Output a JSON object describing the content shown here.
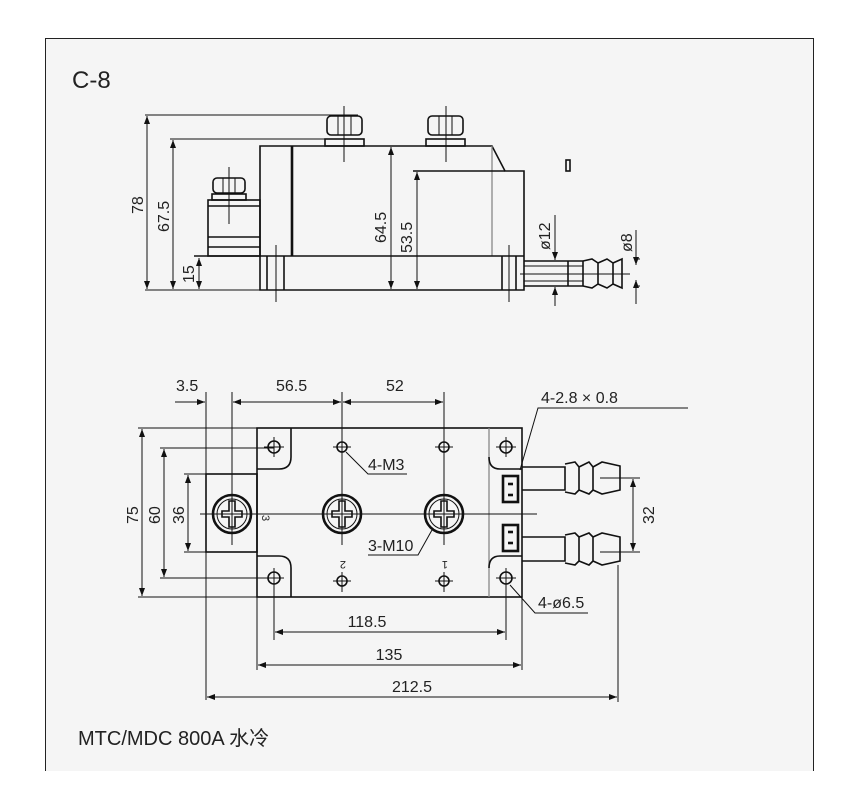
{
  "title": "C-8",
  "caption": "MTC/MDC  800A 水冷",
  "side_view": {
    "dims": {
      "total_height": "78",
      "body_height": "67.5",
      "base_height": "15",
      "center_height": "64.5",
      "step_height": "53.5",
      "pipe_outer": "ø12",
      "pipe_inner": "ø8"
    }
  },
  "top_view": {
    "dims": {
      "offset": "3.5",
      "pitch_1": "56.5",
      "pitch_2": "52",
      "width_total": "75",
      "hole_spacing_v": "60",
      "terminal_block": "36",
      "pipe_spacing": "32",
      "hole_spacing_h": "118.5",
      "body_length": "135",
      "overall_length": "212.5"
    },
    "callouts": {
      "tabs": "4-2.8 × 0.8",
      "aux_screws": "4-M3",
      "main_screws": "3-M10",
      "mount_holes": "4-ø6.5"
    },
    "terminals": [
      "1",
      "2",
      "3"
    ]
  }
}
